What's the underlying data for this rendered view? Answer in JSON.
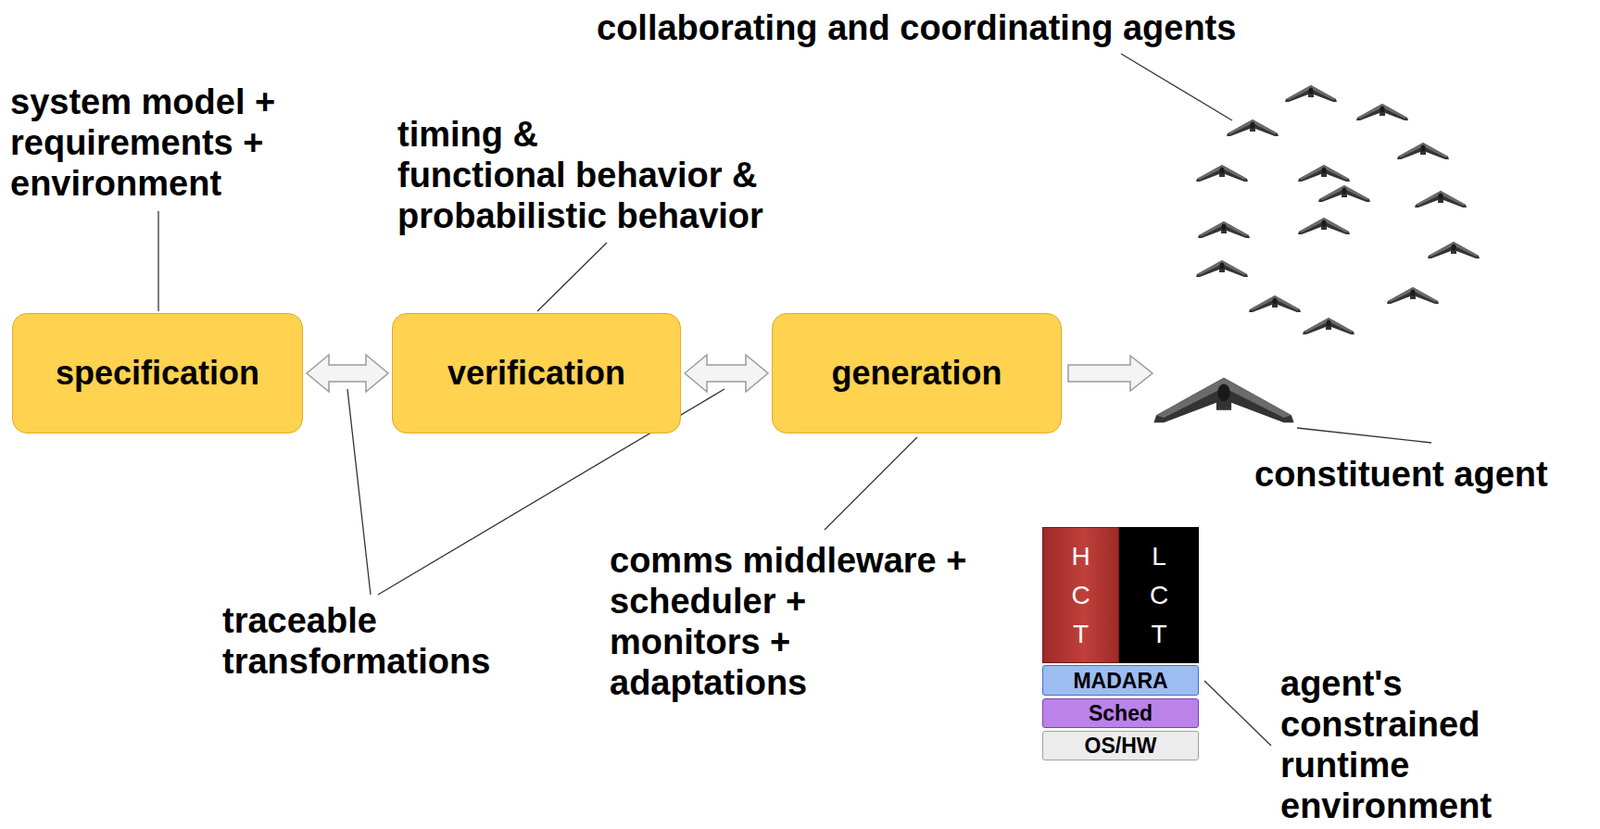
{
  "diagram": {
    "nodes": [
      {
        "text": [
          "specification"
        ]
      },
      {
        "text": [
          "verification"
        ]
      },
      {
        "text": [
          "generation"
        ]
      },
      {
        "text": [
          "H C T"
        ]
      },
      {
        "text": [
          "L C T"
        ]
      },
      {
        "text": [
          "MADARA"
        ]
      },
      {
        "text": [
          "Sched"
        ]
      },
      {
        "text": [
          "OS/HW"
        ]
      }
    ],
    "edges": [
      {
        "from": 0,
        "to": 1,
        "arrow": "both"
      },
      {
        "from": 1,
        "to": 2,
        "arrow": "both"
      }
    ],
    "labels": [
      "system model + requirements + environment",
      "timing & functional behavior & probabilistic behavior",
      "collaborating and coordinating agents",
      "traceable transformations",
      "comms middleware + scheduler + monitors + adaptations",
      "constituent agent",
      "agent's constrained runtime environment"
    ]
  }
}
